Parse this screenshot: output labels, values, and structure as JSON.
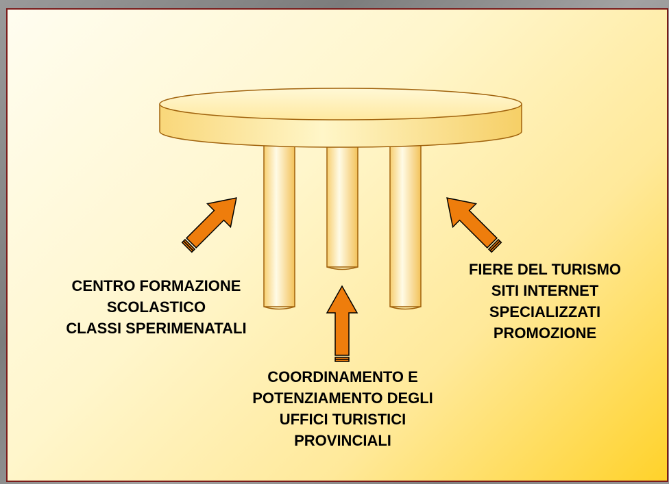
{
  "labels": {
    "left": [
      "CENTRO FORMAZIONE",
      "SCOLASTICO",
      "CLASSI SPERIMENATALI"
    ],
    "center": [
      "COORDINAMENTO E",
      "POTENZIAMENTO DEGLI",
      "UFFICI TURISTICI",
      "PROVINCIALI"
    ],
    "right": [
      "FIERE DEL TURISMO",
      "SITI INTERNET",
      "SPECIALIZZATI",
      "PROMOZIONE"
    ]
  },
  "colors": {
    "table": "#ffe58a",
    "arrow": "#ee7d0c",
    "border": "#7a1a1a"
  }
}
